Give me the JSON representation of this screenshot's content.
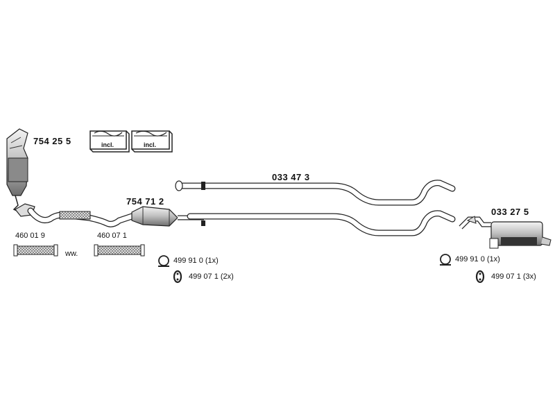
{
  "parts": {
    "manifold_cat": "754 25 5",
    "front_pipe_cat": "754 71 2",
    "middle_pipe_a": "033 47 3",
    "rear_muffler": "033 27 5",
    "flex_pipe_a": "460 01 9",
    "flex_pipe_b": "460 07 1"
  },
  "notes": {
    "incl_a": "incl.",
    "incl_b": "incl.",
    "ww": "ww."
  },
  "clamps": {
    "left_clamp": "499 91 0 (1x)",
    "left_hanger": "499 07 1  (2x)",
    "right_clamp": "499 91 0 (1x)",
    "right_hanger": "499 07 1  (3x)"
  },
  "icons": [
    "clamp-icon",
    "rubber-hanger-icon",
    "gasket-kit-icon"
  ]
}
